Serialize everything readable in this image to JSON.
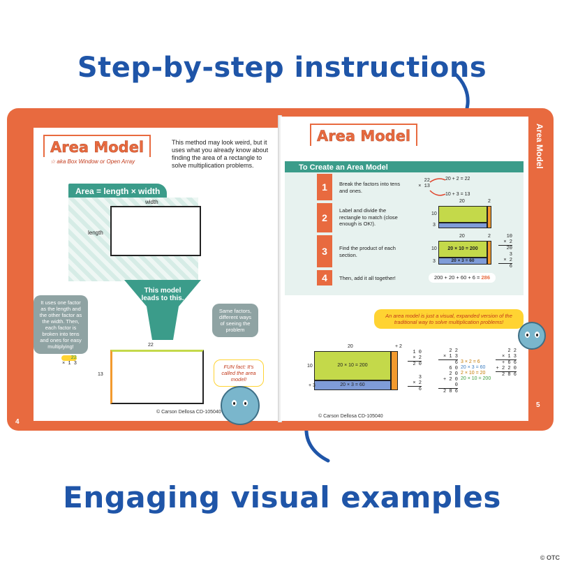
{
  "headline_top": "Step-by-step instructions",
  "headline_bottom": "Engaging visual examples",
  "watermark": "© OTC",
  "left_page": {
    "title": "Area Model",
    "aka": "aka Box Window or Open Array",
    "intro": "This method may look weird, but it uses what you already know about finding the area of a rectangle to solve multiplication problems.",
    "formula": "Area = length × width",
    "width_label": "width",
    "length_label": "length",
    "arrow_text": "This model leads to this.",
    "left_callout": "It uses one factor as the length and the other factor as the width. Then, each factor is broken into tens and ones for easy multiplying!",
    "right_callout": "Same factors, different ways of seeing the problem",
    "factor_top": "22",
    "factor_bottom": "× 1 3",
    "top_label": "22",
    "side_label": "13",
    "fun_fact": "FUN fact: It's called the area model!",
    "credit": "© Carson Dellosa CD-105040",
    "page_number": "4"
  },
  "right_page": {
    "title": "Area Model",
    "side_tab": "Area Model",
    "steps_header": "To Create an Area Model",
    "steps": [
      {
        "num": "1",
        "text": "Break the factors into tens and ones."
      },
      {
        "num": "2",
        "text": "Label and divide the rectangle to match (close enough is OK!)."
      },
      {
        "num": "3",
        "text": "Find the product of each section."
      },
      {
        "num": "4",
        "text": "Then, add it all together!"
      }
    ],
    "step1_math": {
      "a": "22",
      "b": "× 13",
      "r1": "20 + 2 = 22",
      "r2": "10 + 3 = 13"
    },
    "step2_labels": {
      "top": "20",
      "top2": "2",
      "side1": "10",
      "side2": "3"
    },
    "step3_labels": {
      "big": "20 × 10 = 200",
      "small": "20 × 3 = 60",
      "top": "20",
      "top2": "2",
      "side1": "10",
      "side2": "3",
      "col1a": "10",
      "col1b": "× 2",
      "col1c": "20",
      "col2a": "3",
      "col2b": "× 2",
      "col2c": "6"
    },
    "step4_sum": "200 + 20 + 60 + 6 = ",
    "step4_total": "286",
    "callout": "An area model is just a visual, expanded version of the traditional way to solve multiplication problems!",
    "big_model": {
      "top": "20",
      "plus2": "+ 2",
      "side1": "10",
      "side2": "+ 3",
      "big": "20 × 10 = 200",
      "small": "20 × 3 = 60",
      "c1a": "1 0",
      "c1b": "× 2",
      "c1c": "2 0",
      "c2a": "3",
      "c2b": "× 2",
      "c2c": "6"
    },
    "trad": {
      "a": "2 2",
      "b": "× 1 3",
      "l1": "6",
      "l2": "6 0",
      "l3": "2 0",
      "l4": "+ 2 0 0",
      "l5": "2 8 6",
      "n1": "3 × 2 = 6",
      "n2": "20 × 3 = 60",
      "n3": "2 × 10 = 20",
      "n4": "20 × 10 = 200",
      "r1": "2 2",
      "r2": "× 1 3",
      "r3": "+ 6 6",
      "r4": "+ 2 2 0",
      "r5": "2 8 6"
    },
    "credit": "© Carson Dellosa  CD-105040",
    "page_number": "5"
  }
}
